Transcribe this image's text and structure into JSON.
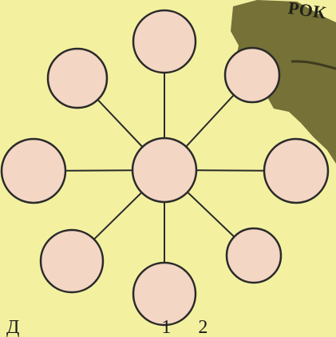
{
  "diagram": {
    "nodes": [
      {
        "id": "center",
        "role": "hub"
      },
      {
        "id": "top",
        "role": "leaf"
      },
      {
        "id": "top-right",
        "role": "leaf"
      },
      {
        "id": "right",
        "role": "leaf"
      },
      {
        "id": "bottom-right",
        "role": "leaf"
      },
      {
        "id": "bottom",
        "role": "leaf"
      },
      {
        "id": "bottom-left",
        "role": "leaf"
      },
      {
        "id": "left",
        "role": "leaf"
      },
      {
        "id": "top-left",
        "role": "leaf"
      }
    ],
    "edges": [
      [
        "center",
        "top"
      ],
      [
        "center",
        "top-right"
      ],
      [
        "center",
        "right"
      ],
      [
        "center",
        "bottom-right"
      ],
      [
        "center",
        "bottom"
      ],
      [
        "center",
        "bottom-left"
      ],
      [
        "center",
        "left"
      ],
      [
        "center",
        "top-left"
      ]
    ],
    "colors": {
      "background": "#f3f1a0",
      "node_fill": "#f3d6c3",
      "stroke": "#2a2a2a",
      "leaf_shape": "#6f6b33"
    }
  },
  "corner_text": "РОК",
  "bottom_text": {
    "left": "Д",
    "middle": "1",
    "right": "2"
  }
}
